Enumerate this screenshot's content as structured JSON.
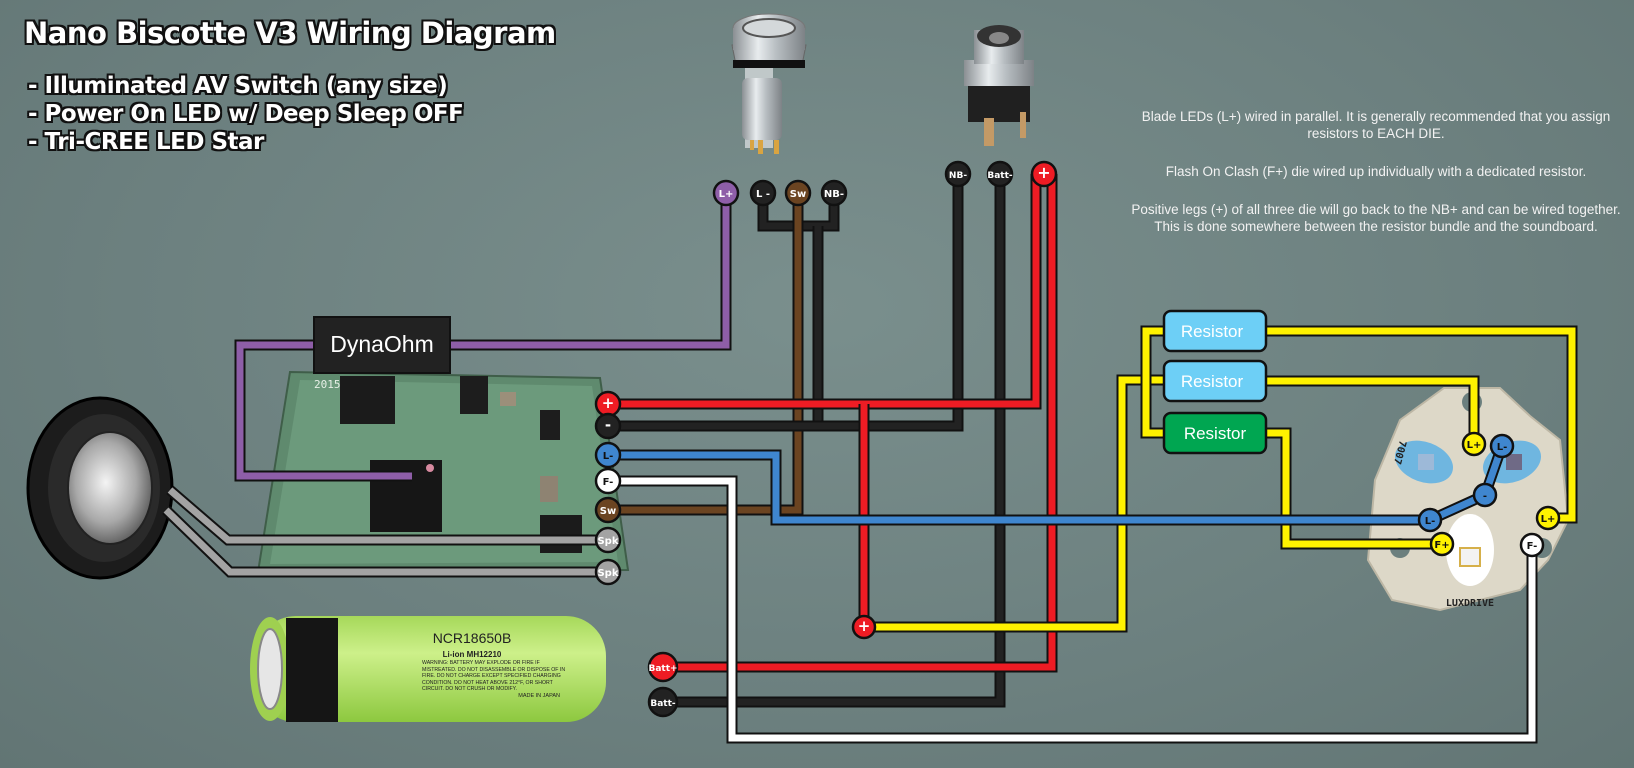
{
  "diagram": {
    "title": "Nano Biscotte V3 Wiring Diagram",
    "features": [
      "- Illuminated AV Switch (any size)",
      "- Power On LED w/ Deep Sleep OFF",
      "- Tri-CREE LED Star"
    ],
    "notes": [
      "Blade LEDs (L+) wired in parallel.  It is generally recommended that you assign resistors to EACH DIE.",
      "Flash On Clash (F+) die wired up individually with a dedicated resistor.",
      "Positive legs (+) of all three die will go back to the NB+ and can be wired together.  This is done somewhere between the resistor bundle and the soundboard."
    ],
    "components": {
      "dynaohm_label": "DynaOhm",
      "resistor_labels": [
        "Resistor",
        "Resistor",
        "Resistor"
      ],
      "battery": {
        "model": "NCR18650B",
        "chem": "Li-ion MH12210",
        "warning": "WARNING: BATTERY MAY EXPLODE OR FIRE IF MISTREATED. DO NOT DISASSEMBLE OR DISPOSE OF IN FIRE. DO NOT CHARGE EXCEPT SPECIFIED CHARGING CONDITION. DO NOT HEAT ABOVE 212°F, OR SHORT CIRCUIT. DO NOT CRUSH OR MODIFY.",
        "origin": "MADE IN JAPAN"
      },
      "pcb_silkscreen": "2015",
      "led_star_brand": "LUXDRIVE",
      "led_star_code": "7007"
    },
    "switch_pins": [
      "L+",
      "L -",
      "Sw",
      "NB-"
    ],
    "recharge_pins": [
      "NB-",
      "Batt-",
      "+"
    ],
    "board_pads": [
      "+",
      "-",
      "L-",
      "F-",
      "Sw",
      "Spk",
      "Spk"
    ],
    "battery_pads": [
      "Batt+",
      "Batt-"
    ],
    "junction_label": "+",
    "star_pads": [
      "L+",
      "L-",
      "-",
      "L-",
      "L+",
      "F+",
      "F-"
    ],
    "wire_colors": {
      "red": "#ee1c24",
      "black": "#222222",
      "blue": "#3f86cf",
      "white": "#ffffff",
      "brown": "#6b4421",
      "purple": "#8e5ea8",
      "yellow": "#fff200",
      "gray": "#a3a3a3",
      "resistor_blue": "#6dcff6",
      "resistor_green": "#00a651"
    }
  }
}
